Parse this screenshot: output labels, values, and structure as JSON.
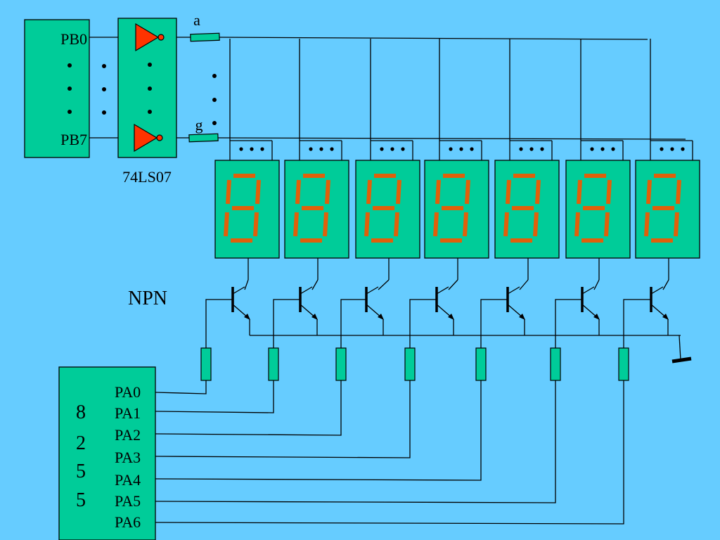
{
  "colors": {
    "background": "#66CCFF",
    "block_fill": "#00CC99",
    "segment": "#E0600A",
    "inverter": "#FF3300",
    "wire": "#000000"
  },
  "port_b": {
    "top_pin": "PB0",
    "bottom_pin": "PB7"
  },
  "buffer": {
    "label": "74LS07",
    "top_line": "a",
    "bottom_line": "g"
  },
  "transistor_label": "NPN",
  "chip": {
    "name_chars": [
      "8",
      "2",
      "5",
      "5"
    ],
    "pins": [
      "PA0",
      "PA1",
      "PA2",
      "PA3",
      "PA4",
      "PA5",
      "PA6"
    ]
  },
  "digit_count": 7,
  "icons": {
    "inverter": "inverter-gate-icon",
    "resistor": "resistor-icon",
    "transistor": "npn-transistor-icon",
    "ground": "ground-icon",
    "ellipsis": "ellipsis-dots-icon"
  }
}
